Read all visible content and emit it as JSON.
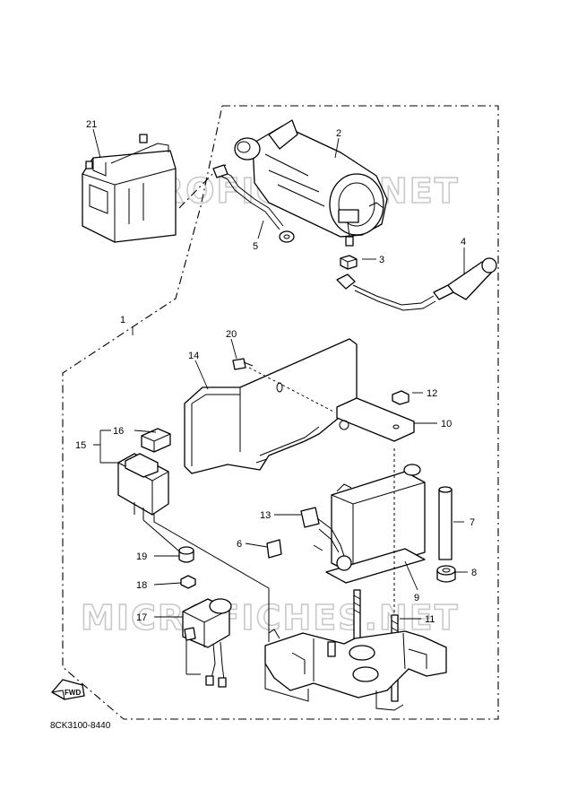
{
  "watermark": "MICROFICHES.NET",
  "diagram_code": "8CK3100-8440",
  "fwd_label": "FWD",
  "callouts": [
    "1",
    "2",
    "3",
    "4",
    "5",
    "6",
    "7",
    "8",
    "9",
    "10",
    "11",
    "12",
    "13",
    "14",
    "15",
    "16",
    "17",
    "18",
    "19",
    "20",
    "21"
  ]
}
